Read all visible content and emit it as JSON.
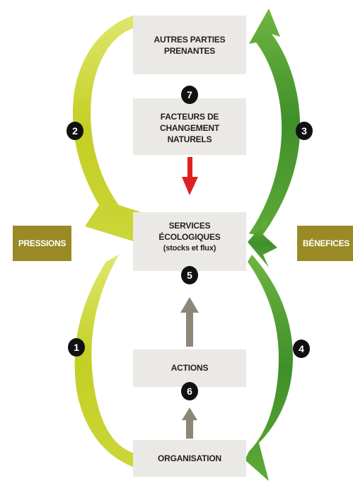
{
  "diagram": {
    "boxes": {
      "autres_parties": [
        "AUTRES PARTIES",
        "PRENANTES"
      ],
      "facteurs": [
        "FACTEURS DE CHANGEMENT",
        "NATURELS"
      ],
      "services": [
        "SERVICES ÉCOLOGIQUES",
        "(stocks et flux)"
      ],
      "actions": "ACTIONS",
      "organisation": "ORGANISATION"
    },
    "labels": {
      "pressions": "PRESSIONS",
      "benefices": "BÉNEFICES"
    },
    "badges": [
      "1",
      "2",
      "3",
      "4",
      "5",
      "6",
      "7"
    ],
    "colors": {
      "box_fill": "#ebe9e6",
      "label_fill": "#9a8a25",
      "pressions_arrow": "#c8d42a",
      "benefices_arrow": "#5aa535",
      "red_arrow": "#e02020",
      "grey_arrow": "#8c8778",
      "badge": "#111111"
    }
  }
}
